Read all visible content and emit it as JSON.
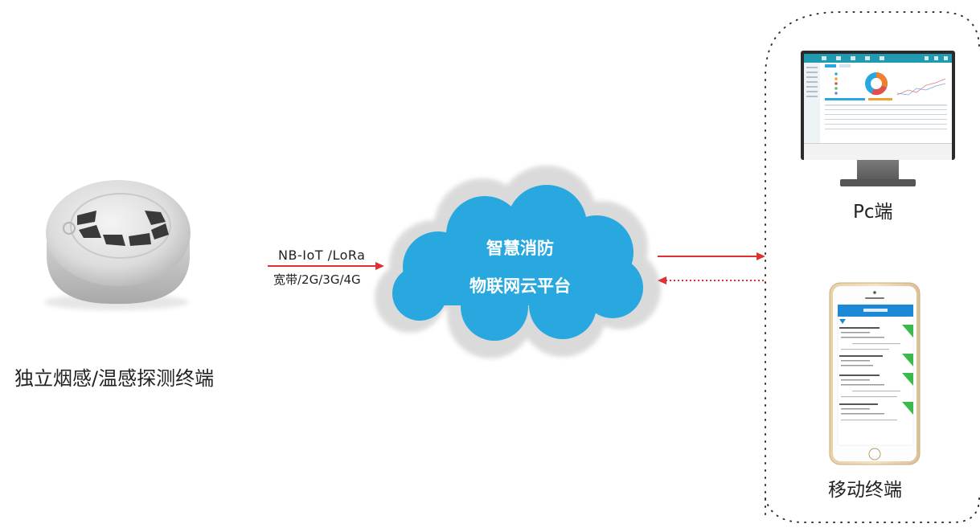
{
  "detector": {
    "label": "独立烟感/温感探测终端"
  },
  "protocols": {
    "line1": "NB-IoT /LoRa",
    "line2": "宽带/2G/3G/4G"
  },
  "cloud": {
    "title_line1": "智慧消防",
    "title_line2": "物联网云平台"
  },
  "terminals": {
    "pc_label": "Pc端",
    "mobile_label": "移动终端"
  },
  "colors": {
    "arrow": "#e03030",
    "cloud": "#29a8e0",
    "monitor_frame": "#2b2b2b",
    "app_header": "#1e88d8"
  }
}
